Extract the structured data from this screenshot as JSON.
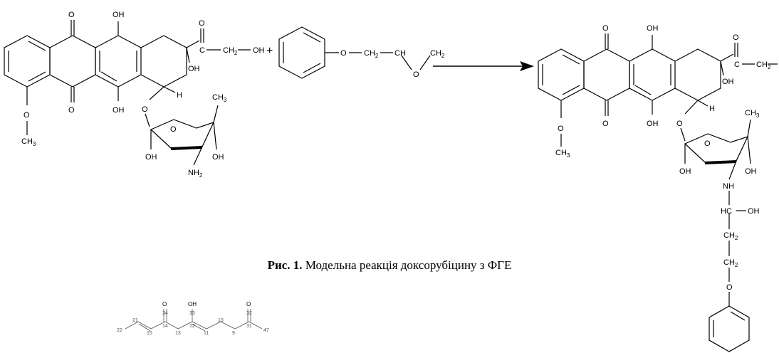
{
  "caption": {
    "label": "Рис. 1.",
    "text": " Модельна реакція доксорубіцину з ФГЕ"
  },
  "reaction": {
    "plus_sign": "+",
    "reagent_chain": [
      "O",
      "CH",
      "CH",
      "CH",
      "2",
      "2",
      "O"
    ]
  },
  "atoms": {
    "O": "O",
    "OH": "OH",
    "CH3": "CH",
    "sub3": "3",
    "sub2": "2",
    "H": "H",
    "NH2": "NH",
    "NH": "NH",
    "HC": "HC",
    "CH2": "CH",
    "C": "C"
  },
  "fragment_numbers": [
    "22",
    "21",
    "15",
    "34",
    "14",
    "13",
    "33",
    "12",
    "11",
    "10",
    "9",
    "32",
    "31",
    "47"
  ]
}
